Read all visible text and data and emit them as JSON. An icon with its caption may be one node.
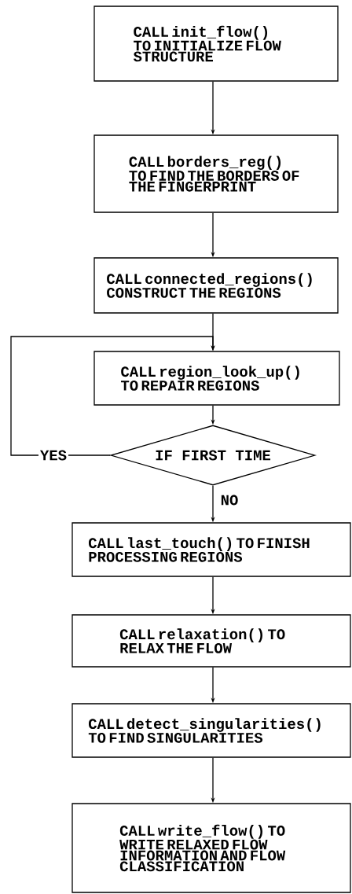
{
  "diagram": {
    "nodes": [
      {
        "text": [
          "CALL init_flow() TO INITIALIZE FLOW STRUCTURE"
        ]
      },
      {
        "text": [
          "CALL borders_reg() TO FIND THE BORDERS OF THE FINGERPRINT"
        ]
      },
      {
        "text": [
          "CALL connected_regions() CONSTRUCT THE REGIONS"
        ]
      },
      {
        "text": [
          "CALL region_look_up() TO REPAIR REGIONS"
        ]
      },
      {
        "text": [
          "IF FIRST TIME"
        ]
      },
      {
        "text": [
          "CALL last_touch() TO FINISH PROCESSING REGIONS"
        ]
      },
      {
        "text": [
          "CALL relaxation() TO RELAX THE FLOW"
        ]
      },
      {
        "text": [
          "CALL detect_singularities() TO FIND SINGULARITIES"
        ]
      },
      {
        "text": [
          "CALL write_flow() TO WRITE RELAXED FLOW INFORMATION AND FLOW CLASSIFICATION"
        ]
      }
    ],
    "edges": [
      {
        "from": 0,
        "to": 1,
        "arrow": "to"
      },
      {
        "from": 1,
        "to": 2,
        "arrow": "to"
      },
      {
        "from": 2,
        "to": 3,
        "arrow": "to"
      },
      {
        "from": 3,
        "to": 4,
        "arrow": "to"
      },
      {
        "from": 4,
        "to": 3,
        "arrow": "to",
        "label": "YES"
      },
      {
        "from": 4,
        "to": 5,
        "arrow": "to",
        "label": "NO"
      },
      {
        "from": 5,
        "to": 6,
        "arrow": "to"
      },
      {
        "from": 6,
        "to": 7,
        "arrow": "to"
      },
      {
        "from": 7,
        "to": 8,
        "arrow": "to"
      }
    ]
  }
}
